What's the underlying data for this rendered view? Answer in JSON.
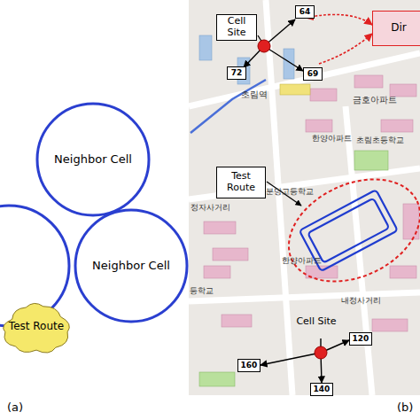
{
  "diagram": {
    "nodes": [
      {
        "text": [
          "Neighbor Cell"
        ]
      },
      {
        "text": [
          "Neighbor Cell"
        ]
      },
      {
        "text": [
          "Test Route"
        ]
      },
      {
        "text": [
          "Cell Site"
        ]
      },
      {
        "text": [
          "64"
        ]
      },
      {
        "text": [
          "Dir"
        ]
      },
      {
        "text": [
          "72"
        ]
      },
      {
        "text": [
          "69"
        ]
      },
      {
        "text": [
          "Test Route"
        ]
      },
      {
        "text": [
          "Cell Site"
        ]
      },
      {
        "text": [
          "120"
        ]
      },
      {
        "text": [
          "160"
        ]
      },
      {
        "text": [
          "140"
        ]
      }
    ],
    "labels": [
      "(a)",
      "(b)",
      "초림역",
      "금호아파트",
      "초림초등학교",
      "한양아파트",
      "정자사거리",
      "분당고등학교",
      "한양아파트",
      "내정사거리",
      "등학교"
    ]
  }
}
